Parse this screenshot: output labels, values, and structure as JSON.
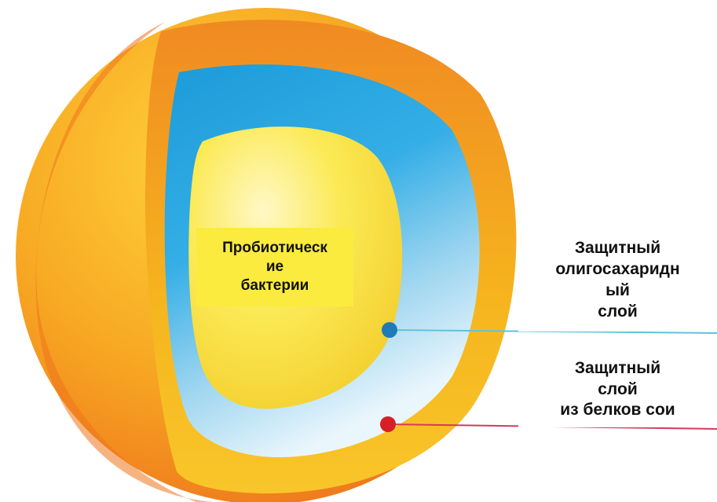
{
  "colors": {
    "outer_shell": "#f59a1f",
    "outer_shell_dark": "#ec6f1b",
    "soy_layer": "#f5b81c",
    "oligo_layer": "#2aa7e2",
    "oligo_layer_light": "#dff1fa",
    "core": "#f7e04a",
    "core_highlight": "#fff6b8",
    "oligo_marker": "#1f7bb8",
    "soy_marker": "#d81f26",
    "oligo_line": "#5fc3dd",
    "soy_line": "#d23b5c",
    "inner_label_bg": "#fbeb3f"
  },
  "labels": {
    "inner_core": [
      "Пробиотическ",
      "ие",
      "бактерии"
    ],
    "oligosaccharide_layer": [
      "Защитный",
      "олигосахаридн",
      "ый",
      "слой"
    ],
    "soy_protein_layer": [
      "Защитный",
      "слой",
      "из белков сои"
    ]
  }
}
